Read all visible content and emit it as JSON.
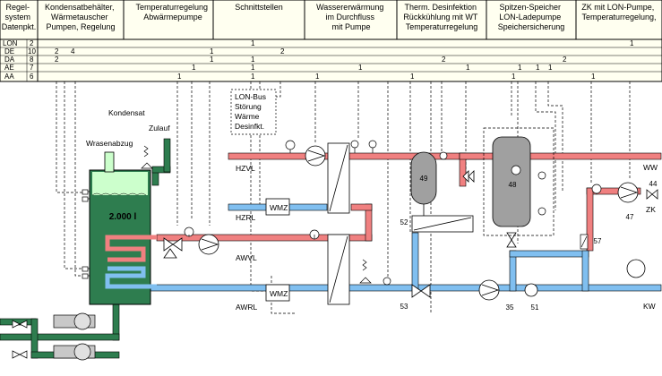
{
  "header": {
    "columns": [
      {
        "lines": [
          "Regel-",
          "system",
          "Datenpkt."
        ]
      },
      {
        "lines": [
          "Kondensatbehälter,",
          "Wärmetauscher",
          "Pumpen, Regelung"
        ]
      },
      {
        "lines": [
          "Temperaturregelung",
          "Abwärmepumpe"
        ]
      },
      {
        "lines": [
          "Schnittstellen"
        ]
      },
      {
        "lines": [
          "Wassererwärmung",
          "im Durchfluss",
          "mit Pumpe"
        ]
      },
      {
        "lines": [
          "Therm. Desinfektion",
          "Rückkühlung mit WT",
          "Temperaturregelung"
        ]
      },
      {
        "lines": [
          "Spitzen-Speicher",
          "LON-Ladepumpe",
          "Speichersicherung"
        ]
      },
      {
        "lines": [
          "ZK mit LON-Pumpe,",
          "Temperaturregelung,"
        ]
      }
    ],
    "rows": [
      {
        "name": "LON",
        "count": "2",
        "marks": [
          "1",
          "1"
        ]
      },
      {
        "name": "DE",
        "count": "10",
        "marks": [
          "2",
          "4",
          "2",
          "1"
        ]
      },
      {
        "name": "DA",
        "count": "8",
        "marks": [
          "2",
          "1",
          "1",
          "2",
          "2"
        ]
      },
      {
        "name": "AE",
        "count": "7",
        "marks": [
          "1",
          "1",
          "1",
          "1",
          "1",
          "1",
          "1"
        ]
      },
      {
        "name": "AA",
        "count": "6",
        "marks": [
          "1",
          "1",
          "1",
          "1",
          "1",
          "1"
        ]
      }
    ]
  },
  "labels": {
    "kondensat": "Kondensat",
    "zulauf": "Zulauf",
    "wrasenabzug": "Wrasenabzug",
    "tank_volume": "2.000 l",
    "lon_box": [
      "LON-Bus",
      "Störung",
      "Wärme",
      "Desinfkt."
    ],
    "hzvl": "HZVL",
    "hzrl": "HZRL",
    "avvl": "AWVL",
    "awrl": "AWRL",
    "wmz": "WMZ",
    "ww": "WW",
    "kw": "KW",
    "zk": "ZK",
    "n49": "49",
    "n48": "48",
    "n52": "52",
    "n53": "53",
    "n35": "35",
    "n51": "51",
    "n57": "57",
    "n47": "47",
    "n44": "44"
  },
  "colors": {
    "hot_pipe": "#f08080",
    "cold_pipe": "#80bff0",
    "condensate_pipe": "#2e7d4f",
    "tank_fill": "#2e7d4f",
    "tank_top": "#ccffcc",
    "vessel_gray": "#a0a0a0"
  }
}
